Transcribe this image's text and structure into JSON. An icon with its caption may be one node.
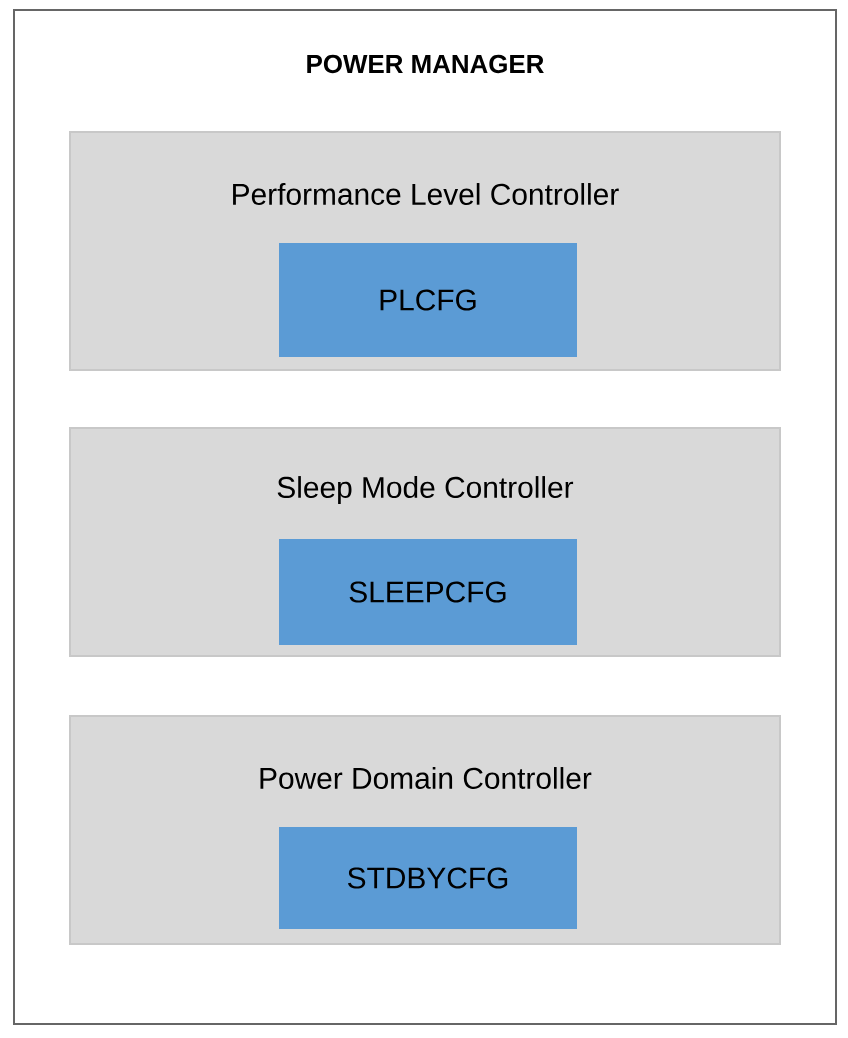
{
  "diagram": {
    "nodes": [
      {
        "text": [
          "POWER MANAGER"
        ]
      },
      {
        "text": [
          "Performance Level Controller"
        ],
        "in": 0
      },
      {
        "text": [
          "PLCFG"
        ],
        "in": 1
      },
      {
        "text": [
          "Sleep Mode Controller"
        ],
        "in": 0
      },
      {
        "text": [
          "SLEEPCFG"
        ],
        "in": 3
      },
      {
        "text": [
          "Power Domain Controller"
        ],
        "in": 0
      },
      {
        "text": [
          "STDBYCFG"
        ],
        "in": 5
      }
    ]
  }
}
